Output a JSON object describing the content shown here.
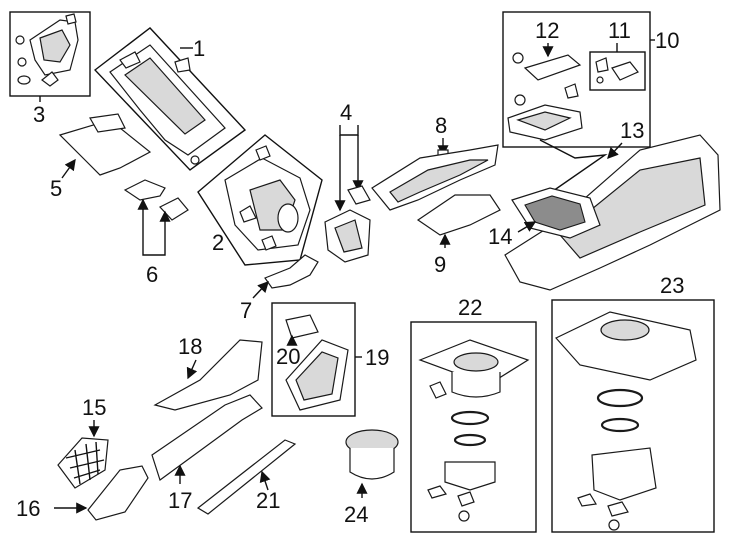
{
  "callouts": {
    "c1": "1",
    "c2": "2",
    "c3": "3",
    "c4": "4",
    "c5": "5",
    "c6": "6",
    "c7": "7",
    "c8": "8",
    "c9": "9",
    "c10": "10",
    "c11": "11",
    "c12": "12",
    "c13": "13",
    "c14": "14",
    "c15": "15",
    "c16": "16",
    "c17": "17",
    "c18": "18",
    "c19": "19",
    "c20": "20",
    "c21": "21",
    "c22": "22",
    "c23": "23",
    "c24": "24"
  }
}
